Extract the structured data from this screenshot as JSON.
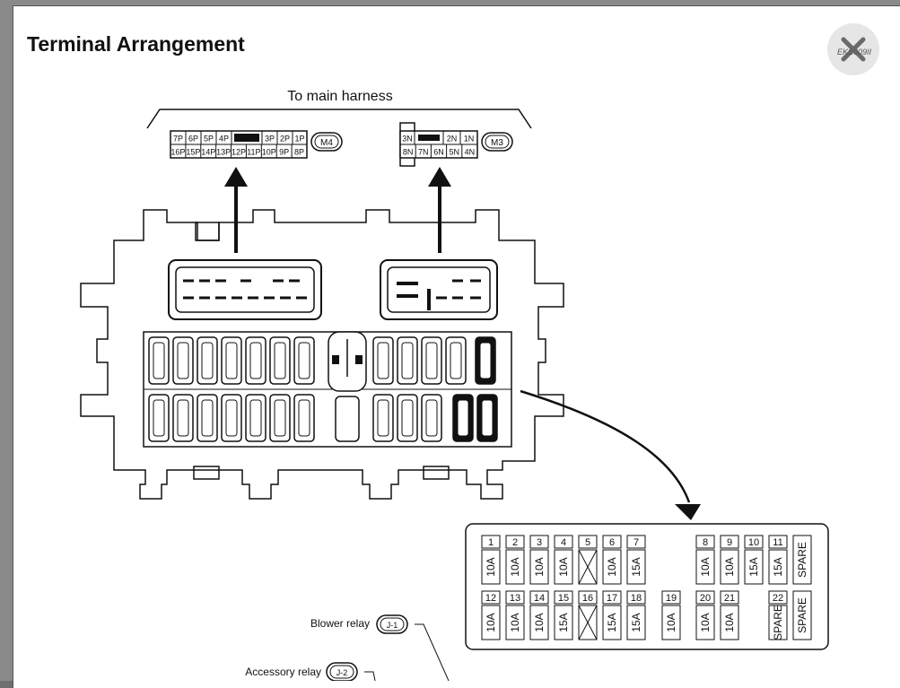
{
  "title": "Terminal Arrangement",
  "close_icon": "close-icon",
  "watermark": "EKS009II",
  "harness_label": "To main harness",
  "connectors": {
    "m4": {
      "tag": "M4",
      "row1": [
        "7P",
        "6P",
        "5P",
        "4P",
        "",
        "3P",
        "2P",
        "1P"
      ],
      "row2": [
        "16P",
        "15P",
        "14P",
        "13P",
        "12P",
        "11P",
        "10P",
        "9P",
        "8P"
      ]
    },
    "m3": {
      "tag": "M3",
      "row1": [
        "3N",
        "",
        "2N",
        "1N"
      ],
      "row2": [
        "8N",
        "7N",
        "6N",
        "5N",
        "4N"
      ]
    }
  },
  "fuse_top": [
    {
      "num": "1",
      "rating": "10A"
    },
    {
      "num": "2",
      "rating": "10A"
    },
    {
      "num": "3",
      "rating": "10A"
    },
    {
      "num": "4",
      "rating": "10A"
    },
    {
      "num": "5",
      "rating": ""
    },
    {
      "num": "6",
      "rating": "10A"
    },
    {
      "num": "7",
      "rating": "15A"
    },
    {
      "num": "8",
      "rating": "10A"
    },
    {
      "num": "9",
      "rating": "10A"
    },
    {
      "num": "10",
      "rating": "15A"
    },
    {
      "num": "11",
      "rating": "15A"
    },
    {
      "num": "",
      "rating": "SPARE"
    }
  ],
  "fuse_bottom": [
    {
      "num": "12",
      "rating": "10A"
    },
    {
      "num": "13",
      "rating": "10A"
    },
    {
      "num": "14",
      "rating": "10A"
    },
    {
      "num": "15",
      "rating": "15A"
    },
    {
      "num": "16",
      "rating": ""
    },
    {
      "num": "17",
      "rating": "15A"
    },
    {
      "num": "18",
      "rating": "15A"
    },
    {
      "num": "19",
      "rating": "10A"
    },
    {
      "num": "20",
      "rating": "10A"
    },
    {
      "num": "21",
      "rating": "10A"
    },
    {
      "num": "22",
      "rating": "SPARE"
    },
    {
      "num": "",
      "rating": "SPARE"
    }
  ],
  "relays": {
    "blower": {
      "label": "Blower relay",
      "tag": "J-1"
    },
    "accessory": {
      "label": "Accessory relay",
      "tag": "J-2"
    }
  }
}
